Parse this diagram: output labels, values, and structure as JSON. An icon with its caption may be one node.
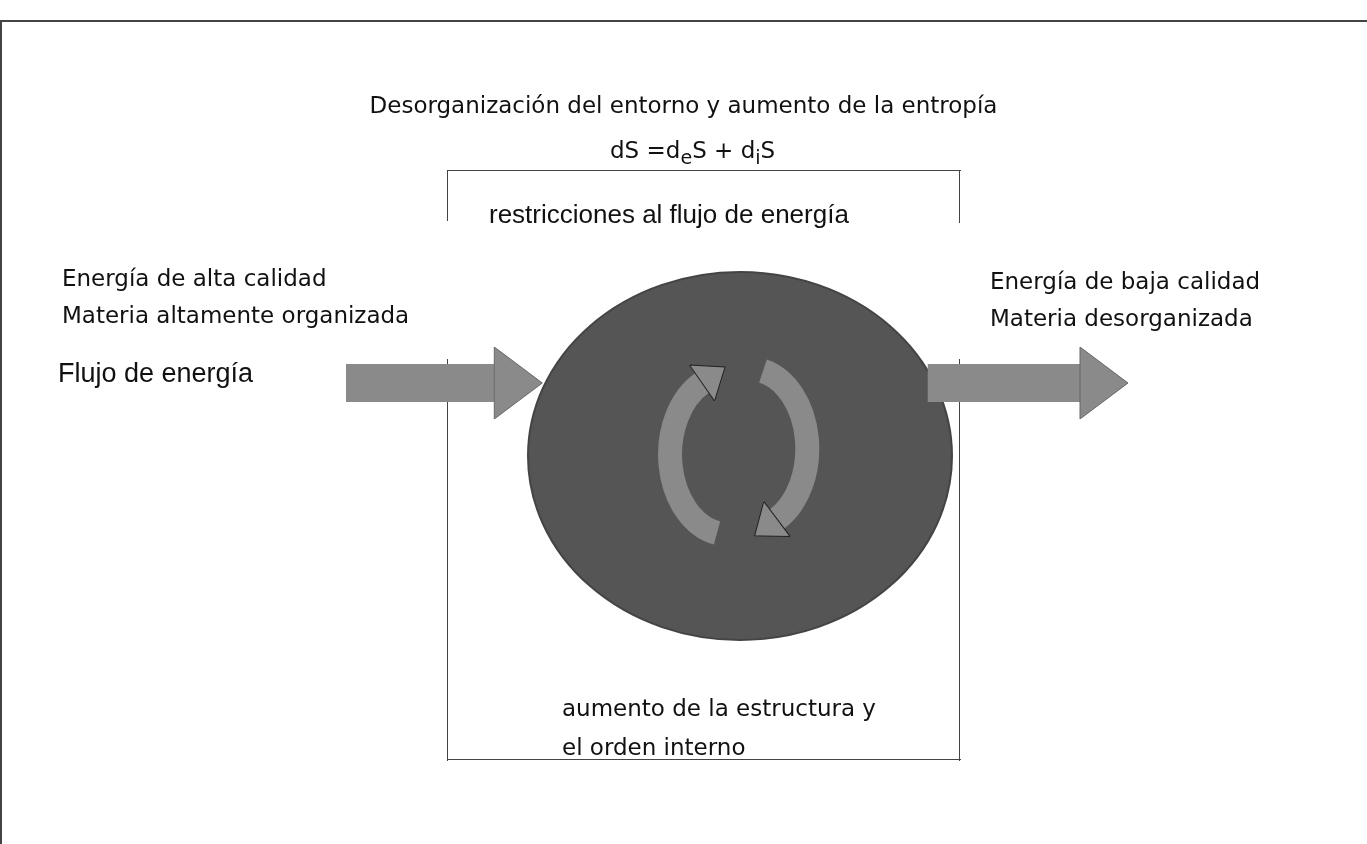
{
  "diagram": {
    "title": "Desorganización del entorno y aumento de la entropía",
    "nodes": [
      {
        "text": [
          "restricciones al flujo de energía",
          "aumento de la estructura y el orden interno"
        ]
      },
      {
        "text": [],
        "shape": "circle",
        "in": 0
      },
      {
        "text": [
          "Flujo de energía"
        ]
      }
    ],
    "edges": [
      {
        "from": 2,
        "to": 1,
        "arrow": "to"
      },
      {
        "from": 1,
        "to": null,
        "arrow": "to"
      }
    ],
    "labels": [
      "dS =d$_{e}$S + d$_{i}$S",
      "Energía de alta calidad",
      "Materia altamente organizada",
      "Energía de baja calidad",
      "Materia desorganizada"
    ]
  }
}
